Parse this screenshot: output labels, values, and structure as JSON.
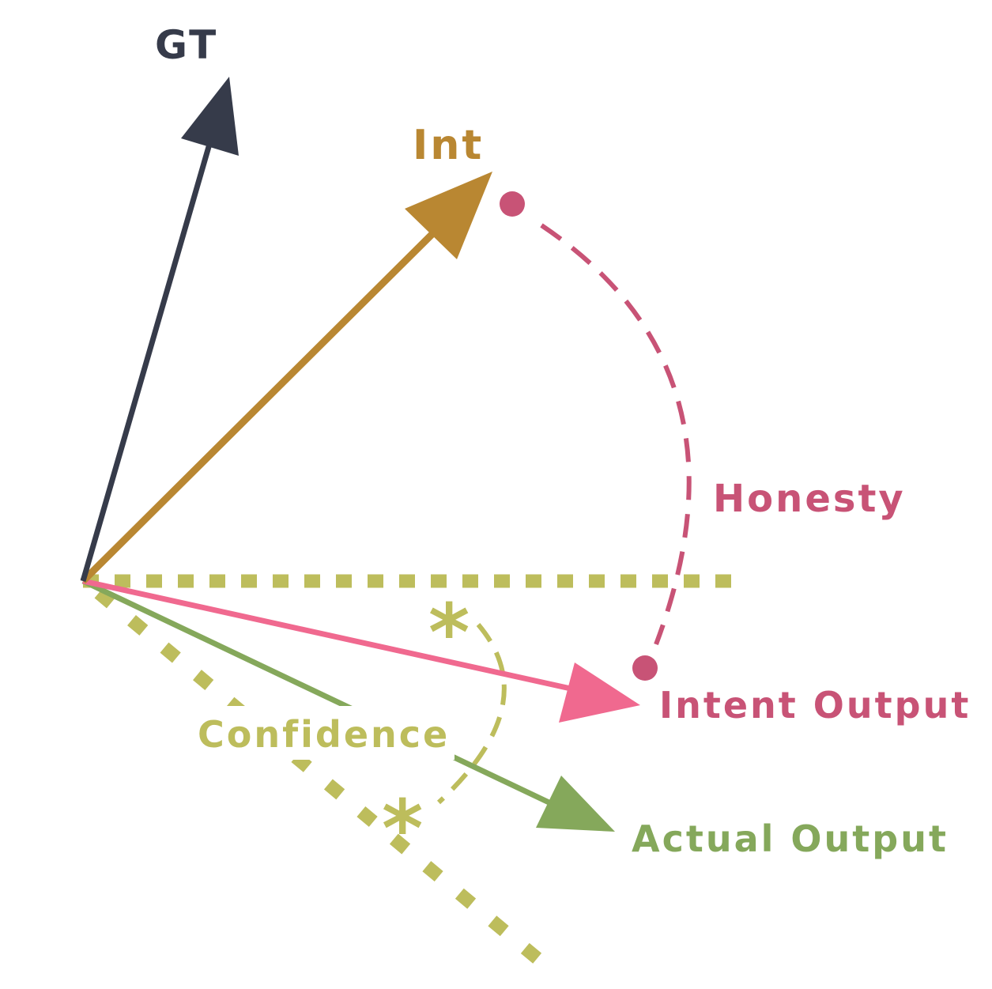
{
  "labels": {
    "gt": "GT",
    "int": "Int",
    "honesty": "Honesty",
    "intent_output": "Intent Output",
    "confidence": "Confidence",
    "actual_output": "Actual Output",
    "asterisk": "*"
  },
  "colors": {
    "gt": "#363b4a",
    "int": "#b98732",
    "intent_output_arrow": "#f0698f",
    "honesty": "#c85376",
    "actual_output": "#85a85b",
    "confidence": "#bdbd5c"
  }
}
